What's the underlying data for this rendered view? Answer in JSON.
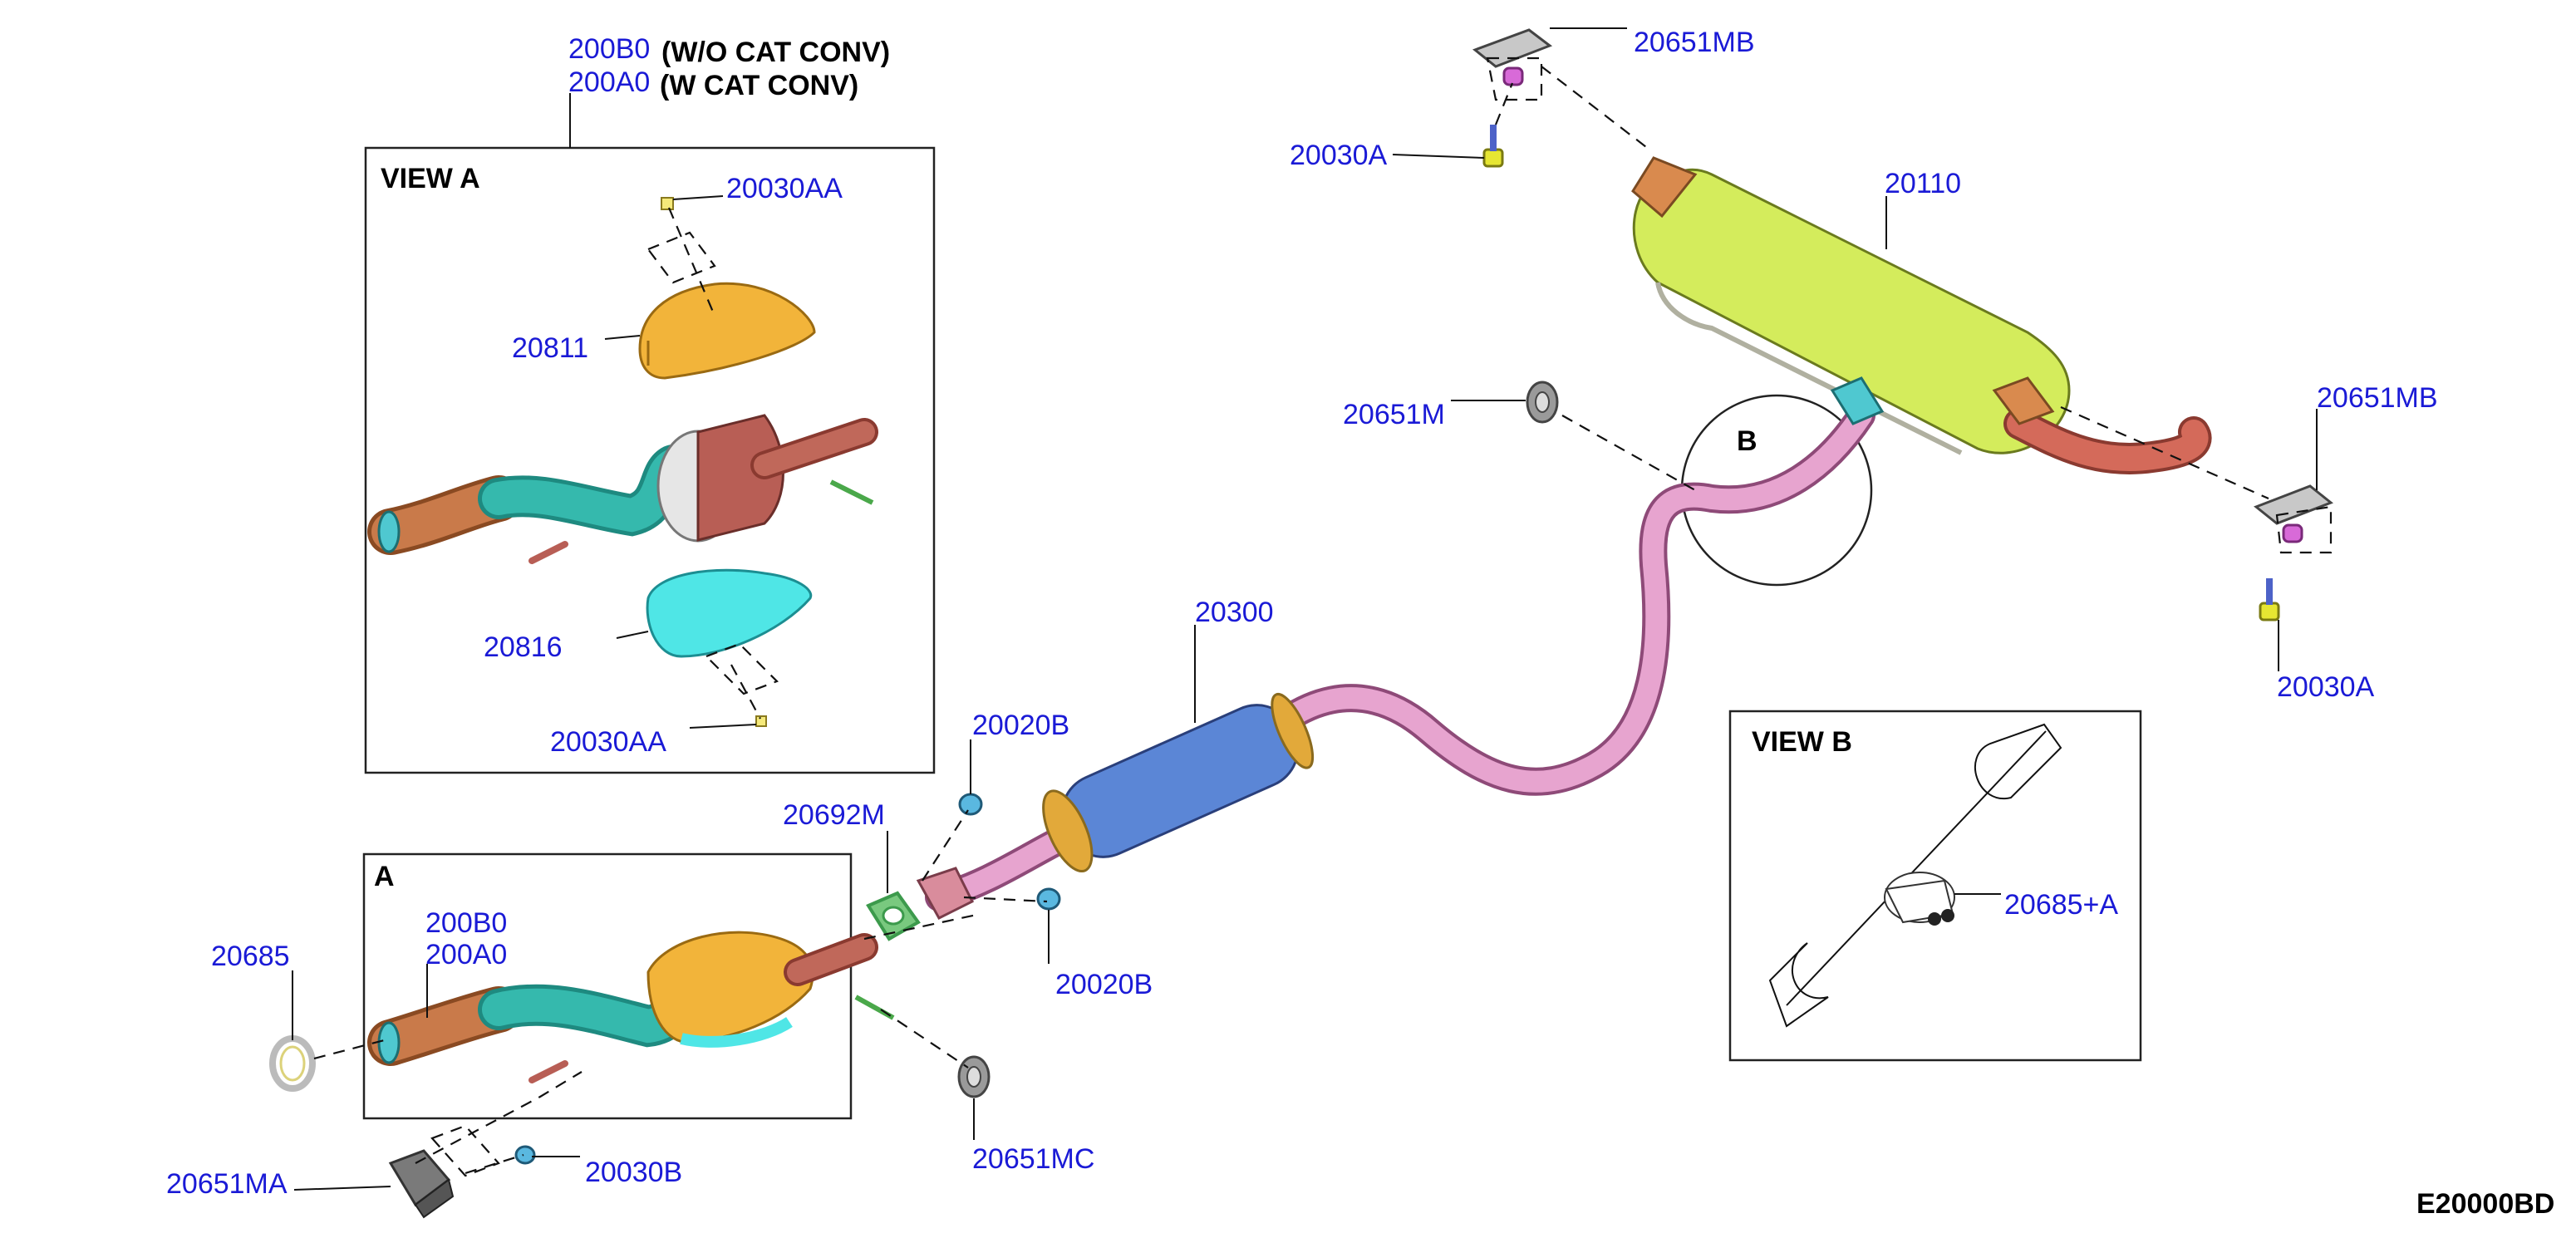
{
  "diagram": {
    "drawing_code": "E20000BD",
    "views": {
      "view_a_title": "VIEW A",
      "view_b_title": "VIEW B",
      "detail_a_marker": "A",
      "detail_b_marker": "B"
    },
    "notes": {
      "wo_cat_conv": "(W/O CAT CONV)",
      "w_cat_conv": "(W CAT CONV)"
    },
    "parts": {
      "p200B0_top": "200B0",
      "p200A0_top": "200A0",
      "p20030AA_top": "20030AA",
      "p20811": "20811",
      "p20816": "20816",
      "p20030AA_bottom": "20030AA",
      "p20685": "20685",
      "p200B0_a": "200B0",
      "p200A0_a": "200A0",
      "p20651MA": "20651MA",
      "p20030B": "20030B",
      "p20692M": "20692M",
      "p20020B_top": "20020B",
      "p20020B_bottom": "20020B",
      "p20651MC": "20651MC",
      "p20300": "20300",
      "p20651M": "20651M",
      "p20030A_top": "20030A",
      "p20651MB_top": "20651MB",
      "p20110": "20110",
      "p20651MB_right": "20651MB",
      "p20030A_right": "20030A",
      "p20685_A": "20685+A"
    },
    "colors": {
      "label_blue": "#1a1ad6",
      "muffler_main": "#d4ec5c",
      "muffler_center": "#5b86d6",
      "pipe_pink": "#e7a4cf",
      "heat_shield_top": "#f2b43a",
      "heat_shield_bottom": "#4fe6e6",
      "pipe_teal": "#35b9ad",
      "pipe_copper": "#c97a4a",
      "converter_brown": "#b85e55",
      "gasket_green": "#3c9a4c",
      "hanger_gray": "#9a9a9a"
    }
  }
}
